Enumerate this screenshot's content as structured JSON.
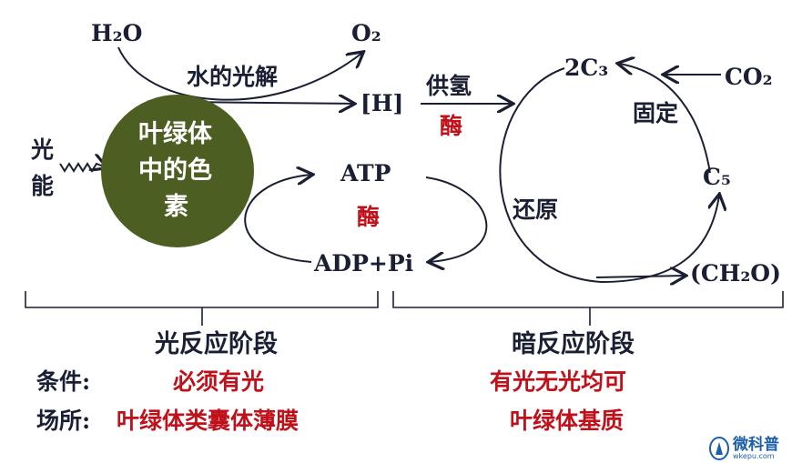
{
  "light_reaction": {
    "water": "H₂O",
    "oxygen": "O₂",
    "photolysis_label": "水的光解",
    "hydrogen": "[H]",
    "light_energy": [
      "光",
      "能"
    ],
    "pigment": [
      "叶绿体",
      "中的色",
      "素"
    ],
    "atp": "ATP",
    "adp": "ADP+Pi",
    "enzyme": "酶"
  },
  "dark_reaction": {
    "supply_hydrogen": "供氢",
    "enzyme": "酶",
    "c3": "2C₃",
    "co2": "CO₂",
    "fixation": "固定",
    "c5": "C₅",
    "reduction": "还原",
    "product": "(CH₂O)"
  },
  "summary": {
    "light_stage": "光反应阶段",
    "dark_stage": "暗反应阶段",
    "condition_label": "条件:",
    "light_condition": "必须有光",
    "dark_condition": "有光无光均可",
    "location_label": "场所:",
    "light_location": "叶绿体类囊体薄膜",
    "dark_location": "叶绿体基质"
  },
  "watermark": {
    "name": "微科普",
    "url": "wkepu.com"
  },
  "colors": {
    "pigment": "#4d5e22",
    "highlight": "#c0101a",
    "text": "#1a1f33"
  }
}
